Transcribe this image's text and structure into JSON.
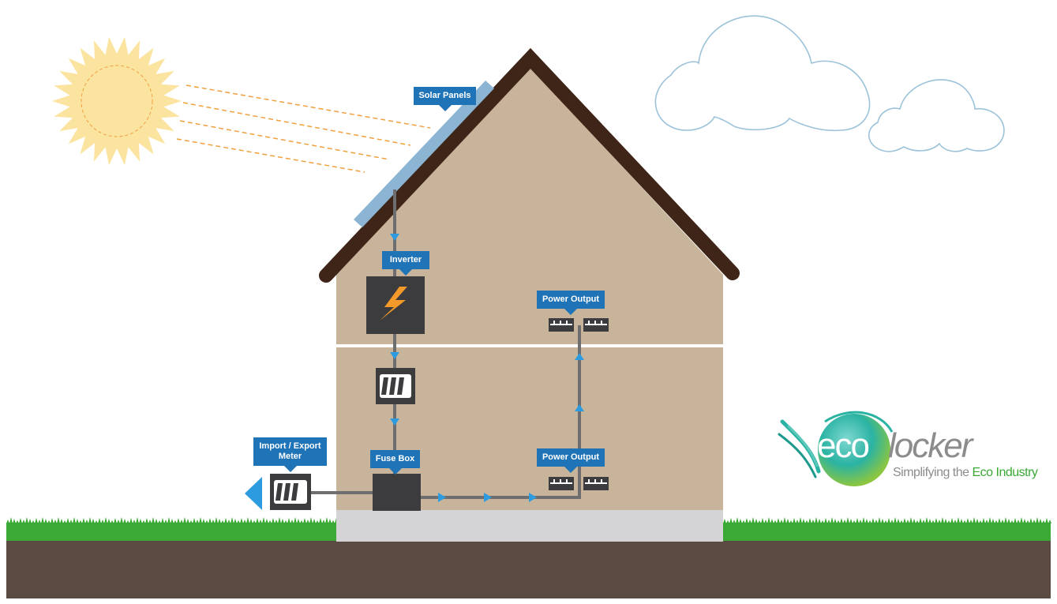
{
  "labels": {
    "solar_panels": "Solar Panels",
    "inverter": "Inverter",
    "power_output_upper": "Power Output",
    "power_output_lower": "Power Output",
    "fuse_box": "Fuse Box",
    "import_export_meter_line1": "Import / Export",
    "import_export_meter_line2": "Meter"
  },
  "logo": {
    "eco": "eco",
    "locker": "locker",
    "tagline_prefix": "Simplifying the ",
    "tagline_highlight": "Eco Industry"
  },
  "colors": {
    "label_bg": "#1f73b7",
    "house_wall": "#c8b49a",
    "roof": "#3e2518",
    "sun": "#fbe3a0",
    "grass": "#3aa935",
    "soil": "#5a4a42",
    "foundation": "#d4d4d6",
    "wire": "#6e6e70",
    "arrow": "#2d9be0",
    "device": "#3c3c3e",
    "cloud_outline": "#9cc3da",
    "brand_green": "#3aa935"
  },
  "icons": [
    "sun-icon",
    "cloud-icon",
    "solar-panel-icon",
    "inverter-icon",
    "lightning-icon",
    "battery-icon",
    "meter-icon",
    "fuse-box-icon",
    "power-socket-icon",
    "flow-arrow-icon",
    "export-arrow-icon",
    "ecolocker-logo"
  ]
}
